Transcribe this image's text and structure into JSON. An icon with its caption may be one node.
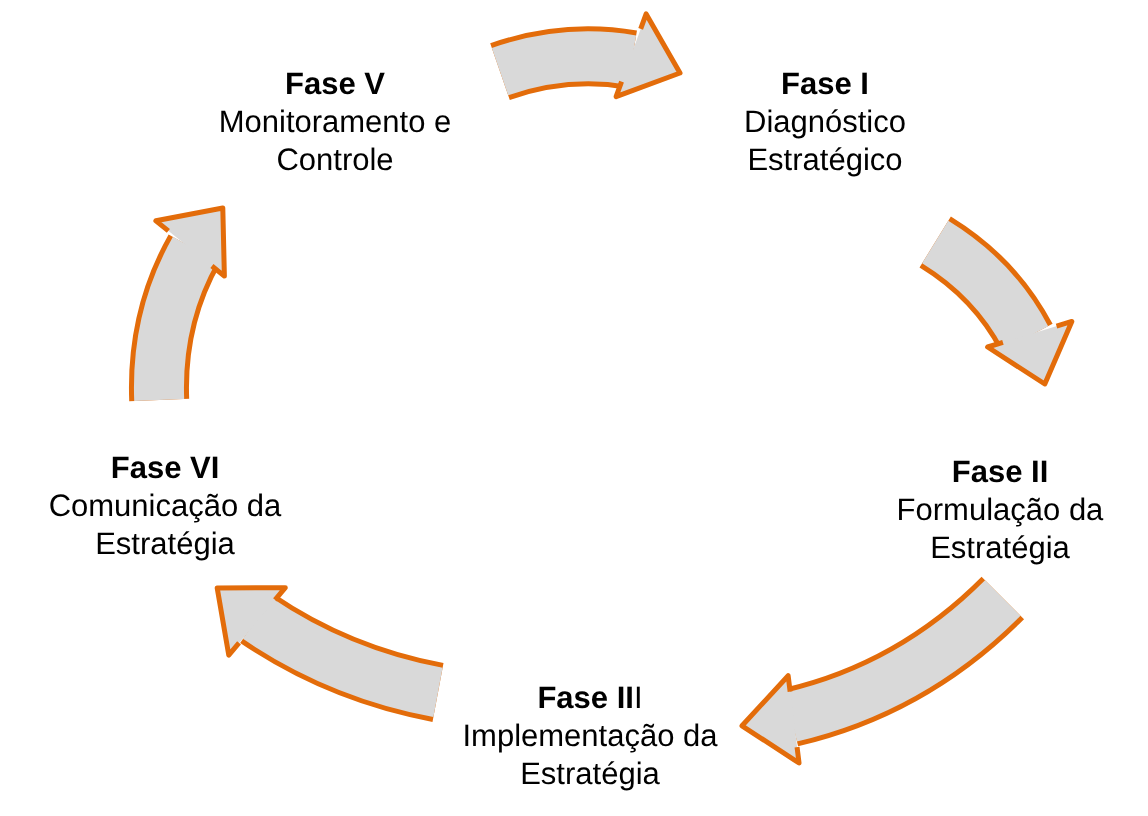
{
  "diagram": {
    "nodes": [
      {
        "text": [
          "Fase V",
          "Monitoramento e Controle"
        ]
      },
      {
        "text": [
          "Fase I",
          "Diagnóstico Estratégico"
        ]
      },
      {
        "text": [
          "Fase II",
          "Formulação da Estratégia"
        ]
      },
      {
        "text": [
          "Fase VI",
          "Comunicação da Estratégia"
        ]
      },
      {
        "text": [
          "**Fase II**I",
          "Implementação da Estratégia"
        ]
      }
    ],
    "edges": [
      {
        "from": 0,
        "to": 1,
        "arrow": "to"
      },
      {
        "from": 1,
        "to": 2,
        "arrow": "to"
      },
      {
        "from": 2,
        "to": 4,
        "arrow": "to"
      },
      {
        "from": 4,
        "to": 3,
        "arrow": "to"
      },
      {
        "from": 3,
        "to": 0,
        "arrow": "to"
      }
    ]
  }
}
